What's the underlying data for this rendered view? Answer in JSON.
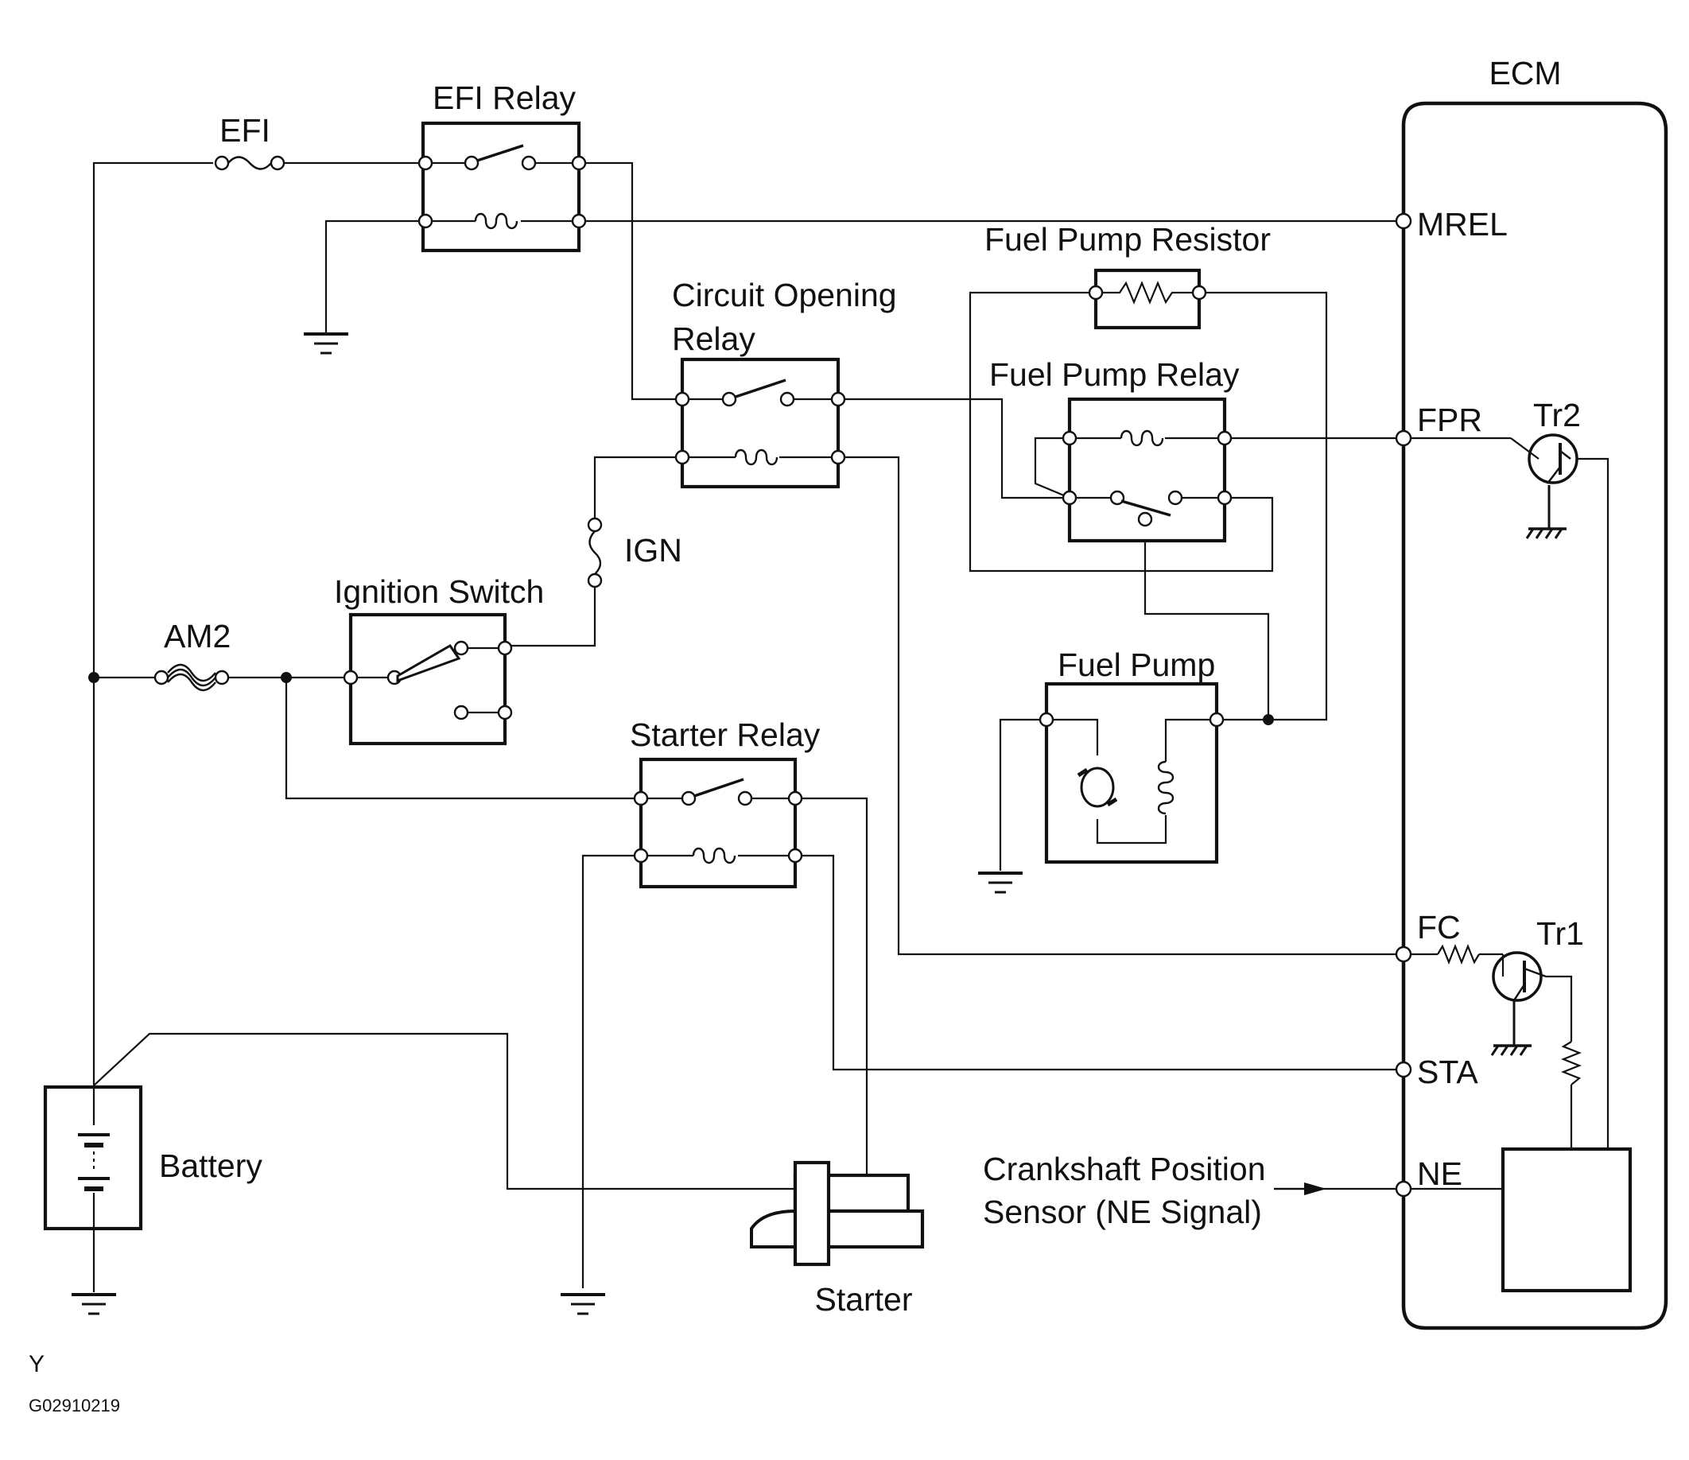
{
  "labels": {
    "ecm": "ECM",
    "efi_fuse": "EFI",
    "efi_relay": "EFI Relay",
    "mrel": "MREL",
    "fuel_pump_resistor": "Fuel Pump Resistor",
    "circuit_opening_relay_1": "Circuit Opening",
    "circuit_opening_relay_2": "Relay",
    "fuel_pump_relay": "Fuel Pump Relay",
    "fpr": "FPR",
    "tr2": "Tr2",
    "ign_fuse": "IGN",
    "ignition_switch": "Ignition Switch",
    "am2_fuse": "AM2",
    "fuel_pump": "Fuel Pump",
    "starter_relay": "Starter Relay",
    "fc": "FC",
    "tr1": "Tr1",
    "sta": "STA",
    "battery": "Battery",
    "sensor_1": "Crankshaft Position",
    "sensor_2": "Sensor (NE Signal)",
    "ne": "NE",
    "starter": "Starter",
    "corner_letter": "Y",
    "figure_code": "G02910219"
  }
}
